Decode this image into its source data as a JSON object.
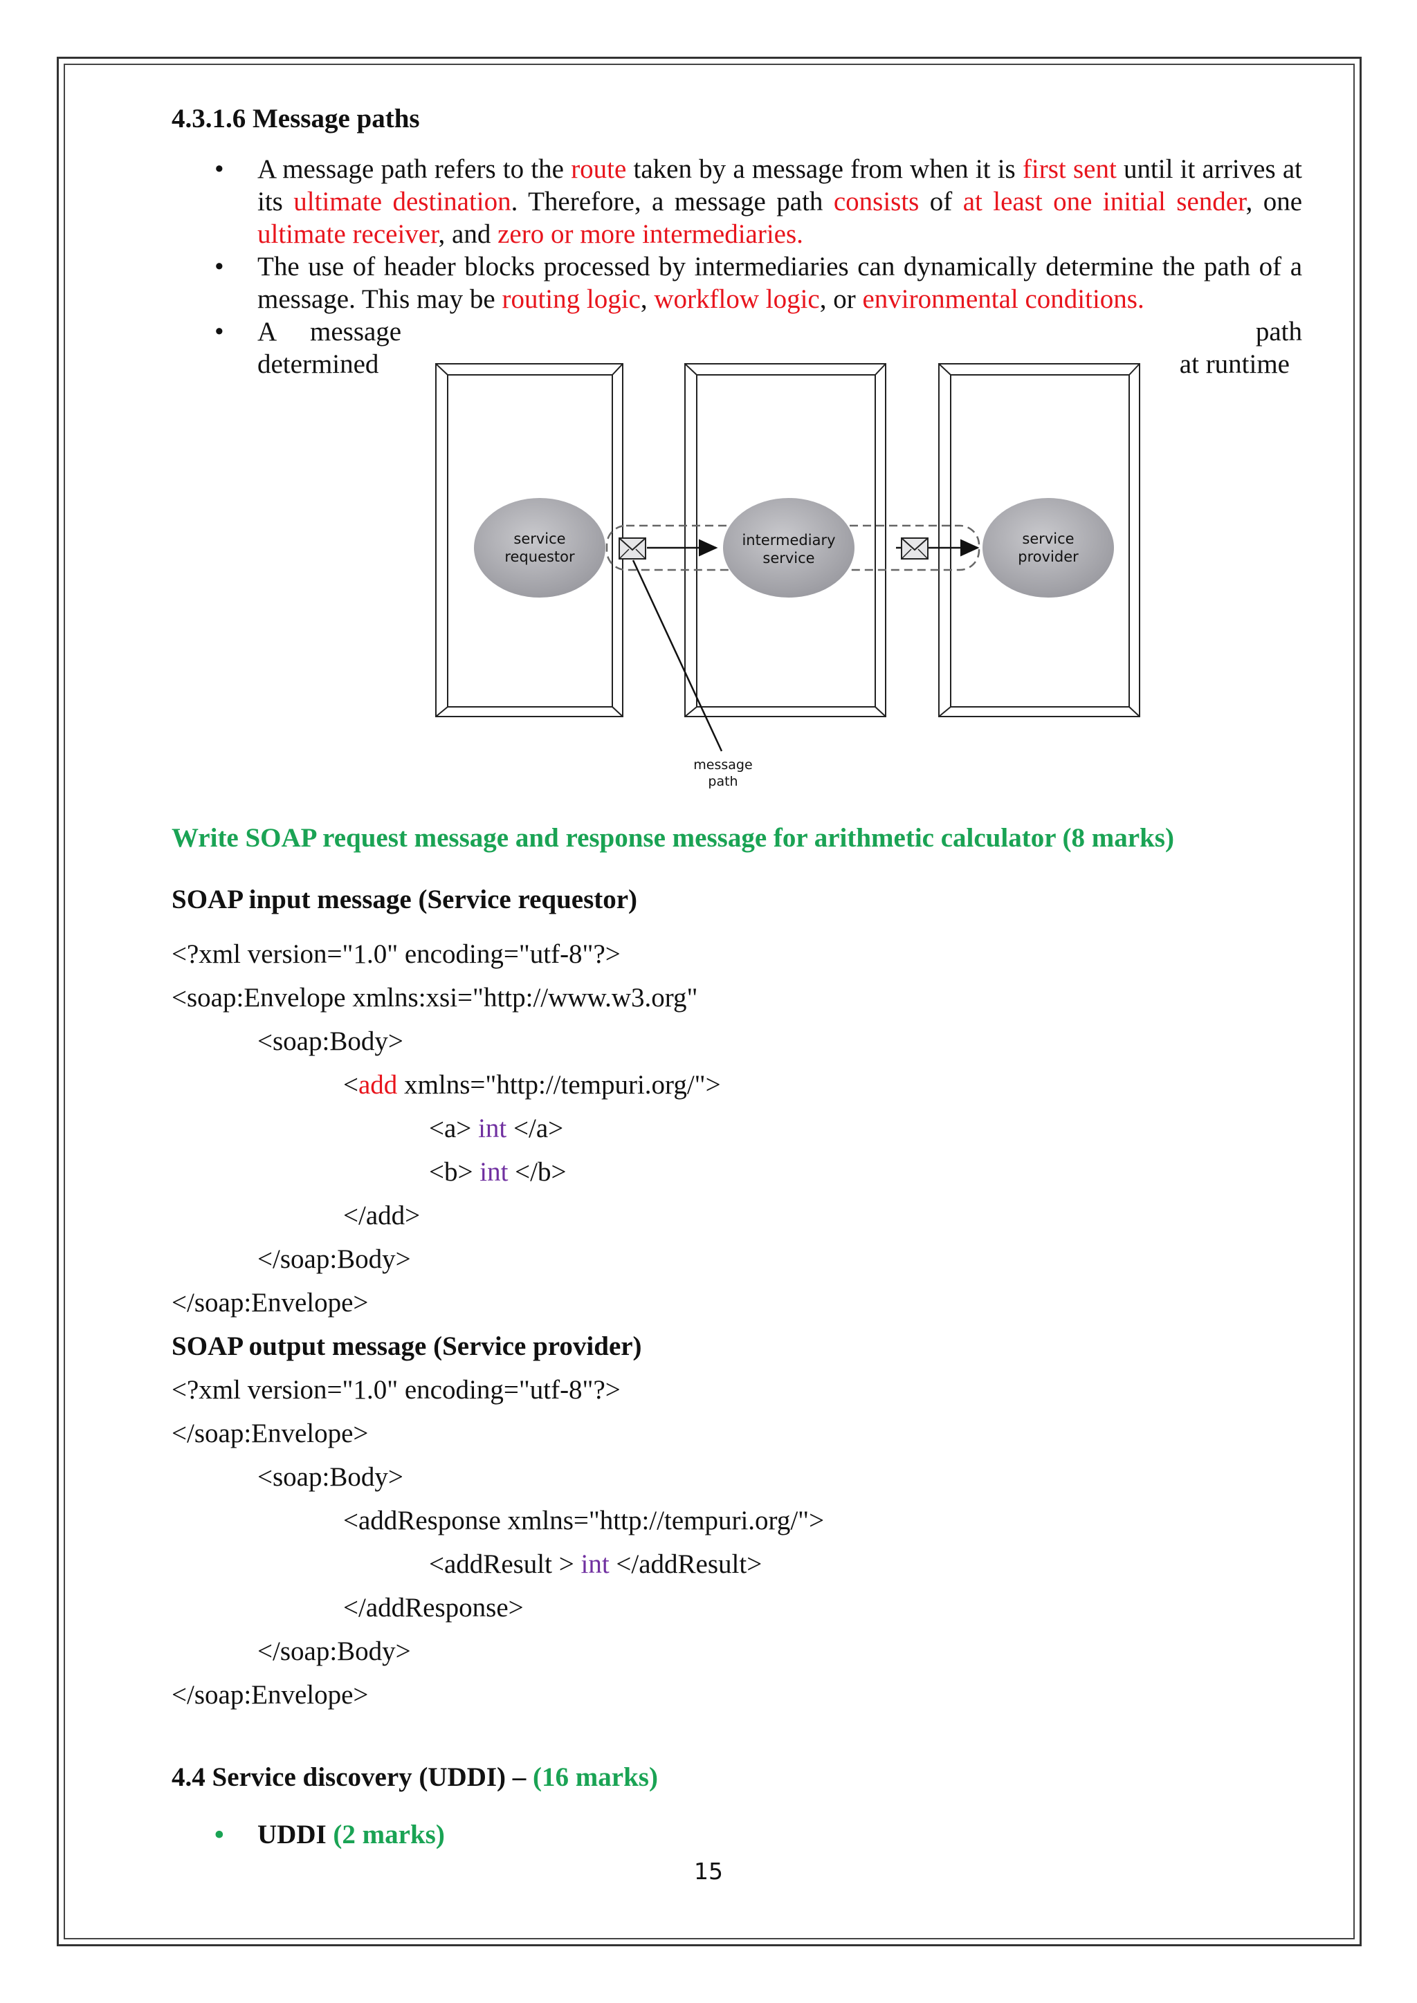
{
  "section_title": "4.3.1.6 Message paths",
  "bullet1": {
    "t1": "A message path refers to the ",
    "r1": "route",
    "t2": " taken by a message from when it is ",
    "r2": "first sent",
    "t3": " until it arrives at its ",
    "r3": "ultimate destination",
    "t4": ". Therefore, a message path ",
    "r4": "consists",
    "t5": " of ",
    "r5": "at least one initial sender",
    "t6": ", one ",
    "r6": "ultimate receiver",
    "t7": ", and ",
    "r7": "zero or more intermediaries."
  },
  "bullet2": {
    "t1": "The use of header blocks processed by intermediaries can dynamically determine the path of a message. This may be ",
    "r1": "routing logic",
    "t2": ", ",
    "r2": "workflow logic",
    "t3": ", or ",
    "r3": "environmental conditions."
  },
  "bullet3": {
    "w1": "A",
    "w2": "message",
    "w3": "path",
    "w4": "determined",
    "w5": "at runtime"
  },
  "figure": {
    "node1_line1": "service",
    "node1_line2": "requestor",
    "node2_line1": "intermediary",
    "node2_line2": "service",
    "node3_line1": "service",
    "node3_line2": "provider",
    "path_label_line1": "message",
    "path_label_line2": "path"
  },
  "question": "Write SOAP request message and response message for arithmetic calculator (8 marks)",
  "input_heading": "SOAP input message (Service requestor)",
  "input_code": {
    "l1": "<?xml version=\"1.0\" encoding=\"utf-8\"?>",
    "l2": "<soap:Envelope xmlns:xsi=\"http://www.w3.org\"",
    "l3": "<soap:Body>",
    "l4_a": "<",
    "l4_b": "add",
    "l4_c": " xmlns=\"http://tempuri.org/\">",
    "l5_a": "<a> ",
    "l5_b": "int",
    "l5_c": " </a>",
    "l6_a": "<b> ",
    "l6_b": "int",
    "l6_c": " </b>",
    "l7": "</add>",
    "l8": "</soap:Body>",
    "l9": "</soap:Envelope>"
  },
  "output_heading": "SOAP output message (Service provider)",
  "output_code": {
    "l1": "<?xml version=\"1.0\" encoding=\"utf-8\"?>",
    "l2": "</soap:Envelope>",
    "l3": "<soap:Body>",
    "l4": "<addResponse xmlns=\"http://tempuri.org/\">",
    "l5_a": "<addResult > ",
    "l5_b": "int",
    "l5_c": " </addResult>",
    "l6": "</addResponse>",
    "l7": "</soap:Body>",
    "l8": "</soap:Envelope>"
  },
  "section2": {
    "title": "4.4 Service discovery (UDDI) – ",
    "marks": "(16 marks)"
  },
  "bullet_uddi": {
    "label": "UDDI",
    "marks": "(2 marks)"
  },
  "page_number": "15",
  "colors": {
    "highlight_red": "#e8141c",
    "marks_green": "#1aa354",
    "type_purple": "#7030a0"
  }
}
